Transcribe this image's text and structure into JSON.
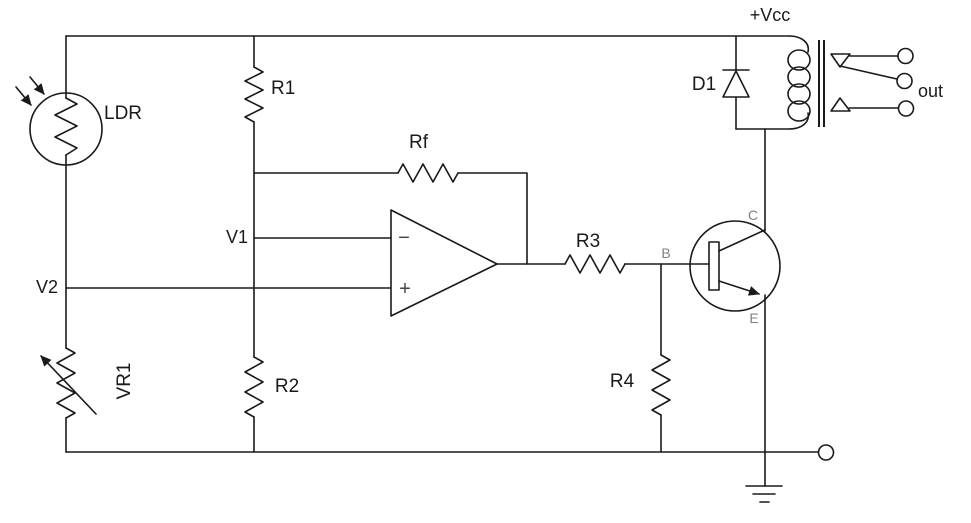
{
  "labels": {
    "ldr": "LDR",
    "r1": "R1",
    "r2": "R2",
    "r3": "R3",
    "r4": "R4",
    "rf": "Rf",
    "vr1": "VR1",
    "d1": "D1",
    "v1": "V1",
    "v2": "V2",
    "vcc": "+Vcc",
    "out": "out",
    "transistor_base": "B",
    "transistor_collector": "C",
    "transistor_emitter": "E",
    "opamp_minus": "−",
    "opamp_plus": "+"
  },
  "colors": {
    "wire": "#1a1a1a",
    "pin_label": "#808080",
    "background": "#ffffff"
  }
}
